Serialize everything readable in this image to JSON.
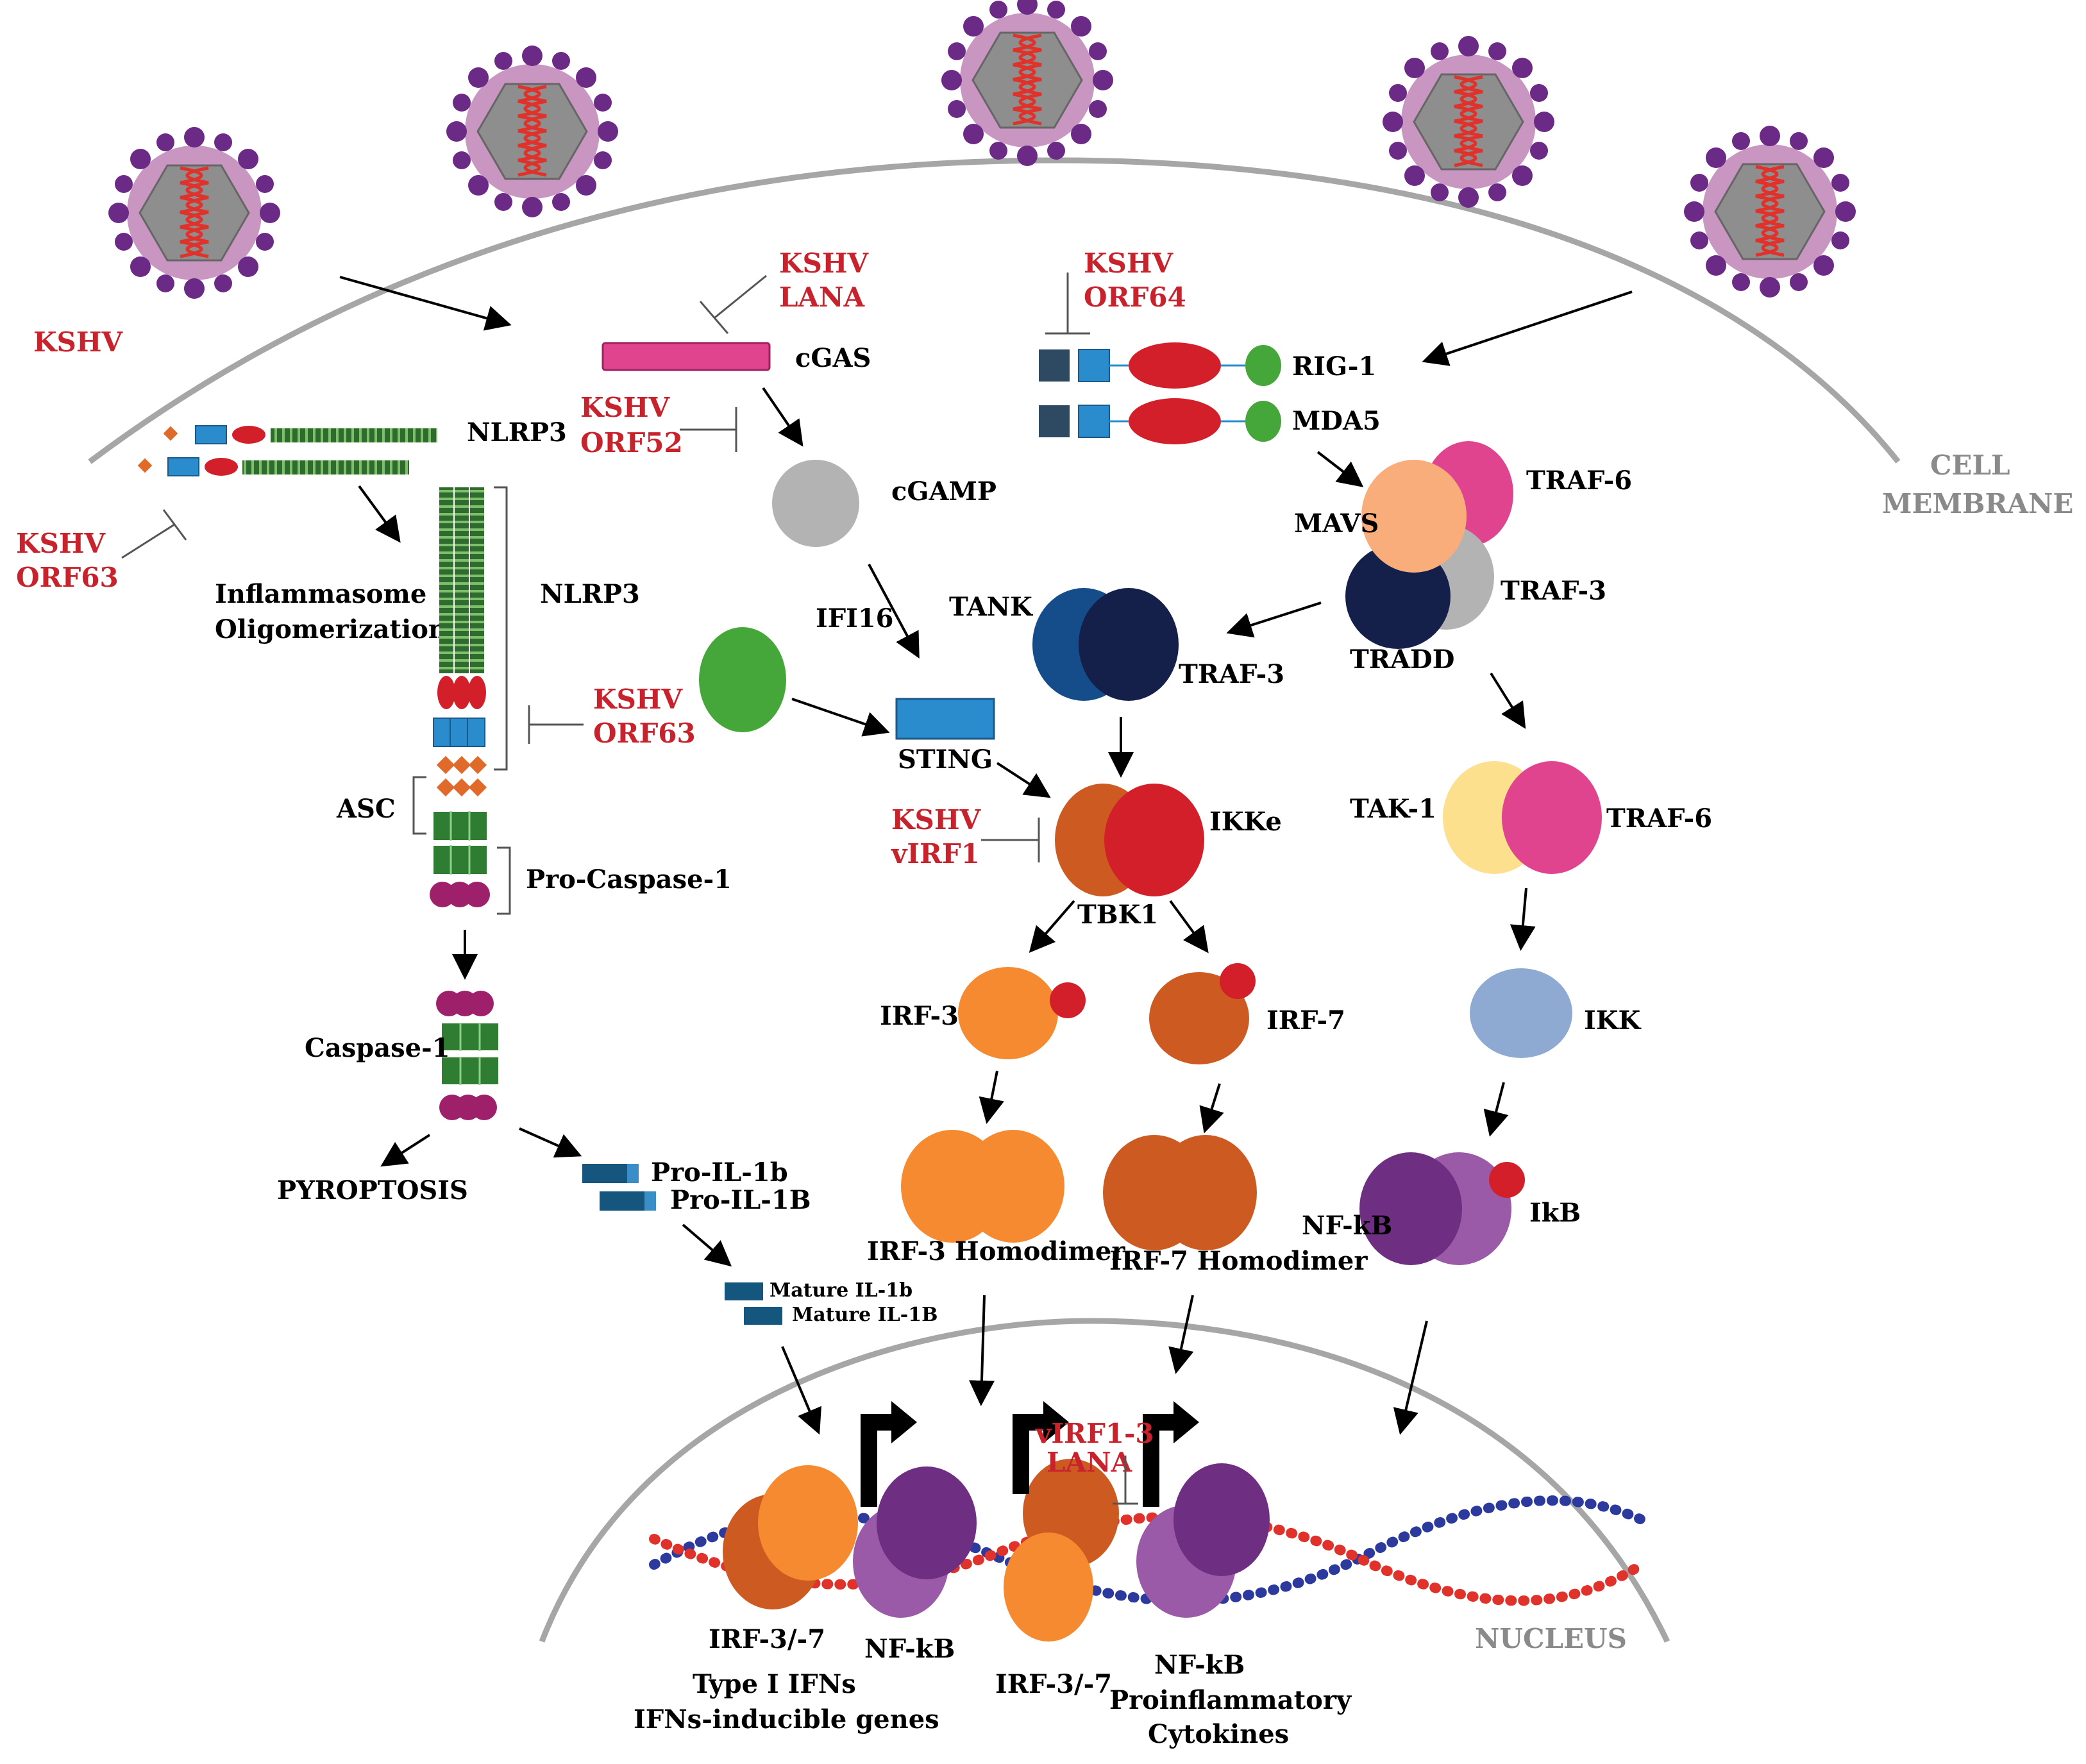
{
  "labels": {
    "kshv": "KSHV",
    "cell_membrane_1": "CELL",
    "cell_membrane_2": "MEMBRANE",
    "nucleus": "NUCLEUS",
    "nlrp3_top": "NLRP3",
    "inflammasome_1": "Inflammasome",
    "inflammasome_2": "Oligomerization",
    "nlrp3_oligo": "NLRP3",
    "asc": "ASC",
    "pro_caspase": "Pro-Caspase-1",
    "caspase1": "Caspase-1",
    "pyroptosis": "PYROPTOSIS",
    "pro_il1b": "Pro-IL-1b",
    "pro_il1B": "Pro-IL-1B",
    "mature_il1b": "Mature IL-1b",
    "mature_il1B": "Mature IL-1B",
    "cgas": "cGAS",
    "cgamp": "cGAMP",
    "ifi16": "IFI16",
    "sting": "STING",
    "tank": "TANK",
    "traf3_mid": "TRAF-3",
    "ikke": "IKKe",
    "tbk1": "TBK1",
    "irf3": "IRF-3",
    "irf7": "IRF-7",
    "irf3_homo": "IRF-3 Homodimer",
    "irf7_homo": "IRF-7 Homodimer",
    "rig1": "RIG-1",
    "mda5": "MDA5",
    "traf6_top": "TRAF-6",
    "mavs": "MAVS",
    "traf3_right": "TRAF-3",
    "tradd": "TRADD",
    "tak1": "TAK-1",
    "traf6_mid": "TRAF-6",
    "ikk": "IKK",
    "nfkb_cyto": "NF-kB",
    "ikb": "IkB",
    "irf37_left": "IRF-3/-7",
    "nfkb_left": "NF-kB",
    "type1_ifns": "Type I IFNs",
    "ifns_inducible": "IFNs-inducible genes",
    "irf37_right": "IRF-3/-7",
    "nfkb_right": "NF-kB",
    "proinflam": "Proinflammatory",
    "cytokines": "Cytokines"
  },
  "inhibitors": {
    "lana_1": "KSHV",
    "lana_2": "LANA",
    "orf64_1": "KSHV",
    "orf64_2": "ORF64",
    "orf52_1": "KSHV",
    "orf52_2": "ORF52",
    "orf63a_1": "KSHV",
    "orf63a_2": "ORF63",
    "orf63b_1": "KSHV",
    "orf63b_2": "ORF63",
    "virf1_1": "KSHV",
    "virf1_2": "vIRF1",
    "virf13_1": "vIRF1-3",
    "virf13_2": "LANA"
  },
  "colors": {
    "kshv_red": "#c8222c",
    "membrane_gray": "#a6a6a6",
    "virus_envelope": "#c896c0",
    "virus_spike": "#6a2a86",
    "capsid": "#8e8e8e",
    "dna_red": "#e0322a",
    "orange": "#f58a30",
    "dark_orange": "#cd5a20",
    "purple": "#6e2f82",
    "light_purple": "#9a5aa8",
    "green": "#2e7d32",
    "blue": "#2a8ccc",
    "pink": "#e0448e",
    "navy": "#15204a",
    "teal_dark": "#104f78"
  }
}
